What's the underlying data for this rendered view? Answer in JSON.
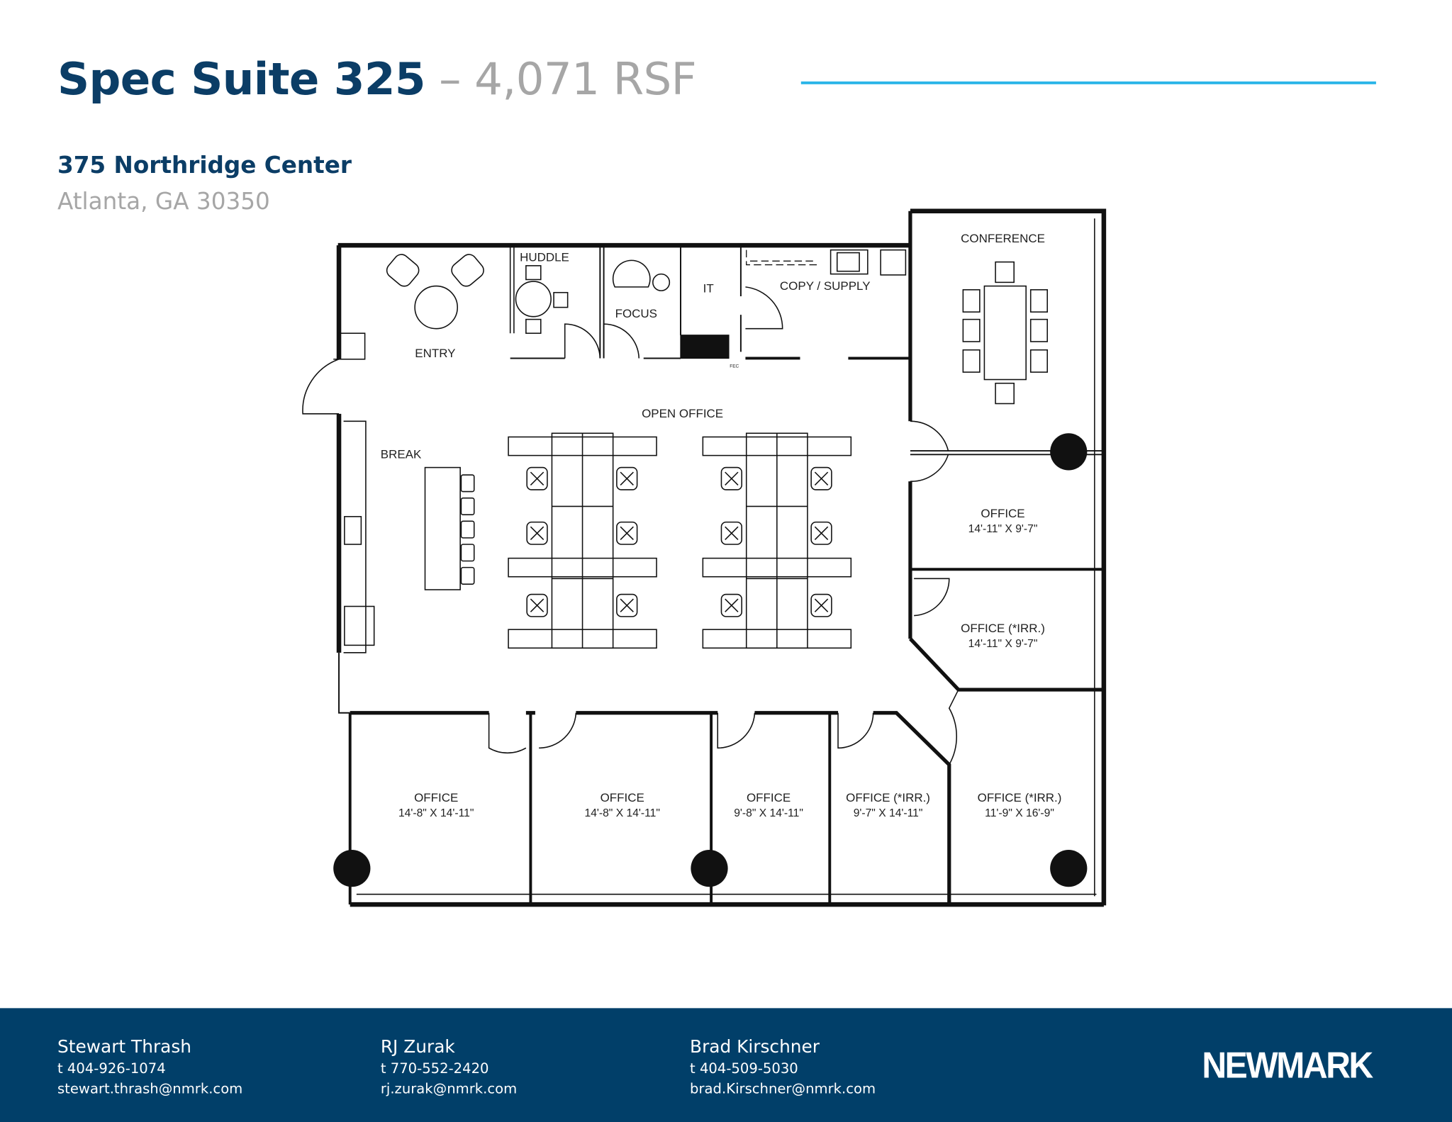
{
  "header": {
    "title": "Spec Suite 325",
    "title_suffix": "– 4,071 RSF",
    "address_line1": "375 Northridge Center",
    "address_line2": "Atlanta, GA 30350",
    "accent_color": "#2bb5e8",
    "brand_color": "#0b3d66"
  },
  "floorplan": {
    "rooms": {
      "entry": "ENTRY",
      "huddle": "HUDDLE",
      "focus": "FOCUS",
      "it": "IT",
      "copy": "COPY / SUPPLY",
      "fec": "FEC",
      "conference": "CONFERENCE",
      "open_office": "OPEN OFFICE",
      "break": "BREAK",
      "office_r1": {
        "name": "OFFICE",
        "size": "14'-11\" X 9'-7\""
      },
      "office_r2": {
        "name": "OFFICE (*IRR.)",
        "size": "14'-11\" X 9'-7\""
      },
      "office_b1": {
        "name": "OFFICE",
        "size": "14'-8\" X 14'-11\""
      },
      "office_b2": {
        "name": "OFFICE",
        "size": "14'-8\" X 14'-11\""
      },
      "office_b3": {
        "name": "OFFICE",
        "size": "9'-8\" X 14'-11\""
      },
      "office_b4": {
        "name": "OFFICE (*IRR.)",
        "size": "9'-7\" X 14'-11\""
      },
      "office_b5": {
        "name": "OFFICE (*IRR.)",
        "size": "11'-9\" X 16'-9\""
      }
    }
  },
  "footer": {
    "contacts": [
      {
        "name": "Stewart Thrash",
        "phone": "t 404-926-1074",
        "email": "stewart.thrash@nmrk.com"
      },
      {
        "name": "RJ Zurak",
        "phone": "t 770-552-2420",
        "email": "rj.zurak@nmrk.com"
      },
      {
        "name": "Brad Kirschner",
        "phone": "t 404-509-5030",
        "email": "brad.Kirschner@nmrk.com"
      }
    ],
    "logo": "NEWMARK",
    "background": "#013f69"
  }
}
